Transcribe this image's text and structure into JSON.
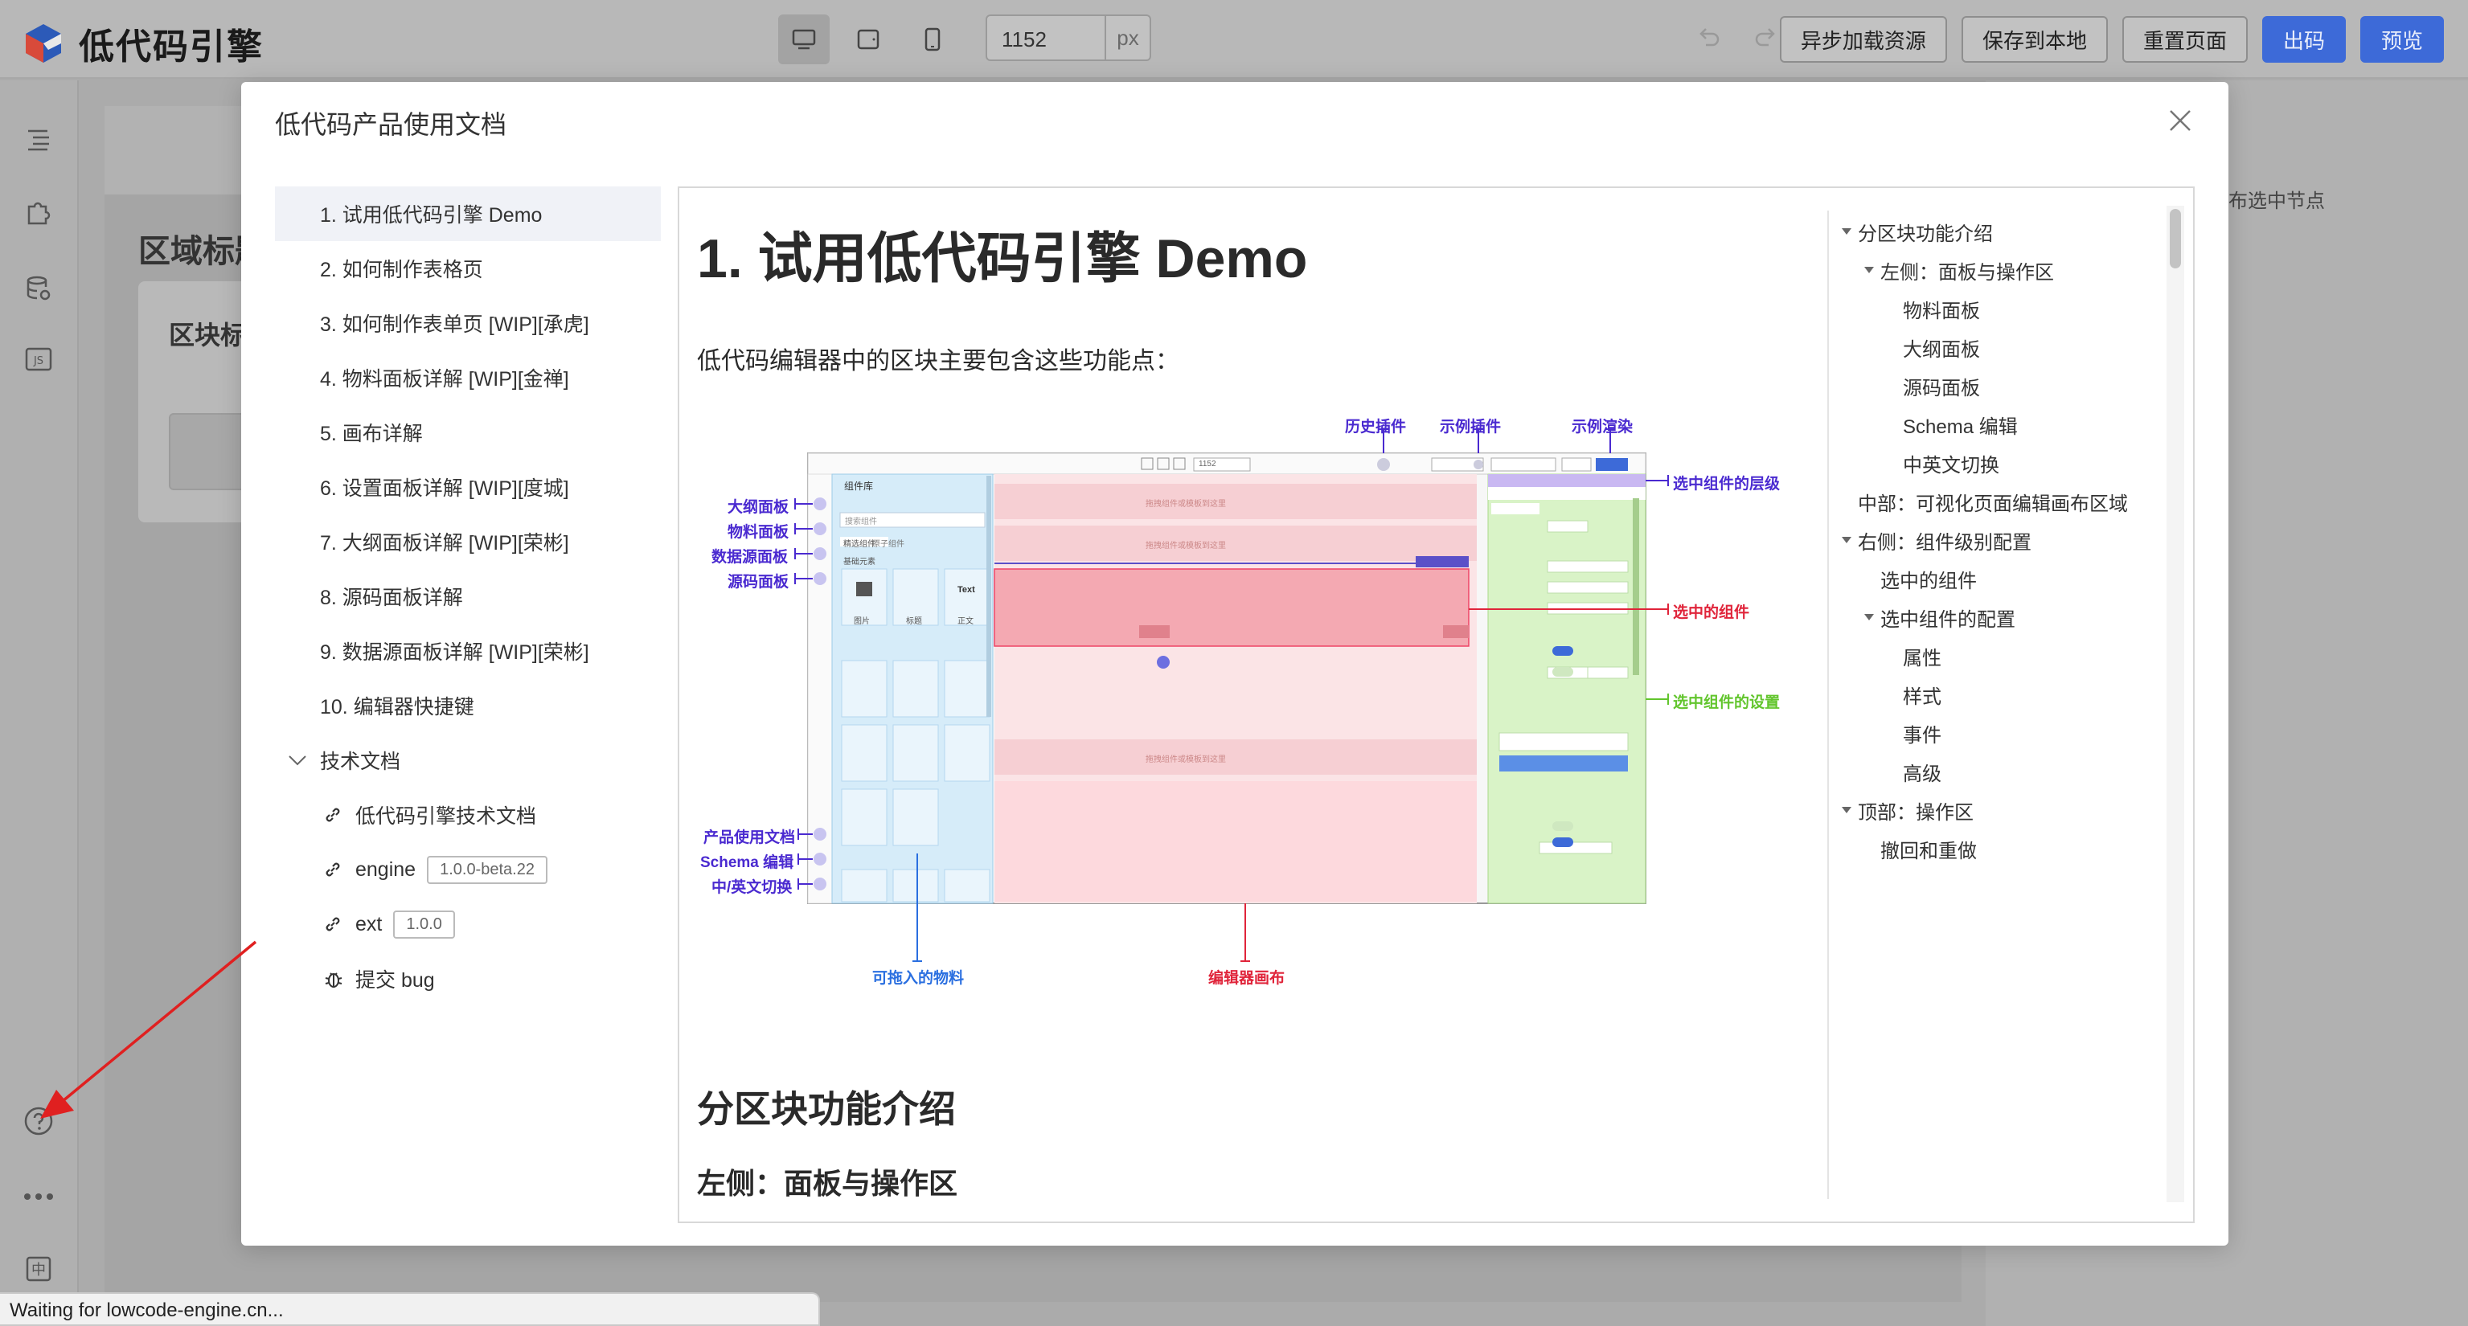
{
  "app": {
    "logo_text": "低代码引擎",
    "width_value": "1152",
    "width_unit": "px",
    "actions": [
      "异步加载资源",
      "保存到本地",
      "重置页面",
      "出码",
      "预览"
    ]
  },
  "rail": {
    "icons": [
      "outline-icon",
      "plugin-icon",
      "datasource-icon",
      "js-icon",
      "help-icon",
      "more-icon",
      "lang-icon"
    ],
    "js_label": "JS",
    "lang_label": "中"
  },
  "background": {
    "region_title": "区域标题",
    "block_title": "区块标",
    "right_hint": "布选中节点"
  },
  "modal": {
    "title": "低代码产品使用文档",
    "nav": [
      "1. 试用低代码引擎 Demo",
      "2. 如何制作表格页",
      "3. 如何制作表单页 [WIP][承虎]",
      "4. 物料面板详解 [WIP][金禅]",
      "5. 画布详解",
      "6. 设置面板详解 [WIP][度城]",
      "7. 大纲面板详解 [WIP][荣彬]",
      "8. 源码面板详解",
      "9. 数据源面板详解 [WIP][荣彬]",
      "10. 编辑器快捷键"
    ],
    "tech_group": "技术文档",
    "tech_links": [
      {
        "label": "低代码引擎技术文档",
        "tag": ""
      },
      {
        "label": "engine",
        "tag": "1.0.0-beta.22"
      },
      {
        "label": "ext",
        "tag": "1.0.0"
      }
    ],
    "bug_label": "提交 bug"
  },
  "doc": {
    "h1": "1. 试用低代码引擎 Demo",
    "intro": "低代码编辑器中的区块主要包含这些功能点：",
    "h2": "分区块功能介绍",
    "h3": "左侧：面板与操作区"
  },
  "diagram": {
    "top_labels": [
      "历史插件",
      "示例插件",
      "示例渲染"
    ],
    "left_labels": [
      "大纲面板",
      "物料面板",
      "数据源面板",
      "源码面板"
    ],
    "left_bottom_labels": [
      "产品使用文档",
      "Schema 编辑",
      "中/英文切换"
    ],
    "right_labels": [
      "选中组件的层级",
      "选中的组件",
      "选中组件的设置"
    ],
    "bottom_labels": [
      "可拖入的物料",
      "编辑器画布"
    ],
    "mini_panel_title": "组件库",
    "mini_search": "搜索组件",
    "mini_tabs": [
      "精选组件",
      "原子组件"
    ],
    "mini_section1": "基础元素",
    "mini_items": [
      "图片",
      "标题",
      "正文"
    ],
    "mini_text_icon": "Text",
    "mini_canvas_hint": "拖拽组件或模板到这里",
    "mini_width": "1152"
  },
  "toc": [
    {
      "label": "分区块功能介绍",
      "level": 0,
      "caret": true
    },
    {
      "label": "左侧：面板与操作区",
      "level": 1,
      "caret": true
    },
    {
      "label": "物料面板",
      "level": 2,
      "caret": false
    },
    {
      "label": "大纲面板",
      "level": 2,
      "caret": false
    },
    {
      "label": "源码面板",
      "level": 2,
      "caret": false
    },
    {
      "label": "Schema 编辑",
      "level": 2,
      "caret": false
    },
    {
      "label": "中英文切换",
      "level": 2,
      "caret": false
    },
    {
      "label": "中部：可视化页面编辑画布区域",
      "level": 0,
      "caret": false
    },
    {
      "label": "右侧：组件级别配置",
      "level": 0,
      "caret": true
    },
    {
      "label": "选中的组件",
      "level": 1,
      "caret": false
    },
    {
      "label": "选中组件的配置",
      "level": 1,
      "caret": true
    },
    {
      "label": "属性",
      "level": 2,
      "caret": false
    },
    {
      "label": "样式",
      "level": 2,
      "caret": false
    },
    {
      "label": "事件",
      "level": 2,
      "caret": false
    },
    {
      "label": "高级",
      "level": 2,
      "caret": false
    },
    {
      "label": "顶部：操作区",
      "level": 0,
      "caret": true
    },
    {
      "label": "撤回和重做",
      "level": 1,
      "caret": false
    }
  ],
  "status": "Waiting for lowcode-engine.cn..."
}
